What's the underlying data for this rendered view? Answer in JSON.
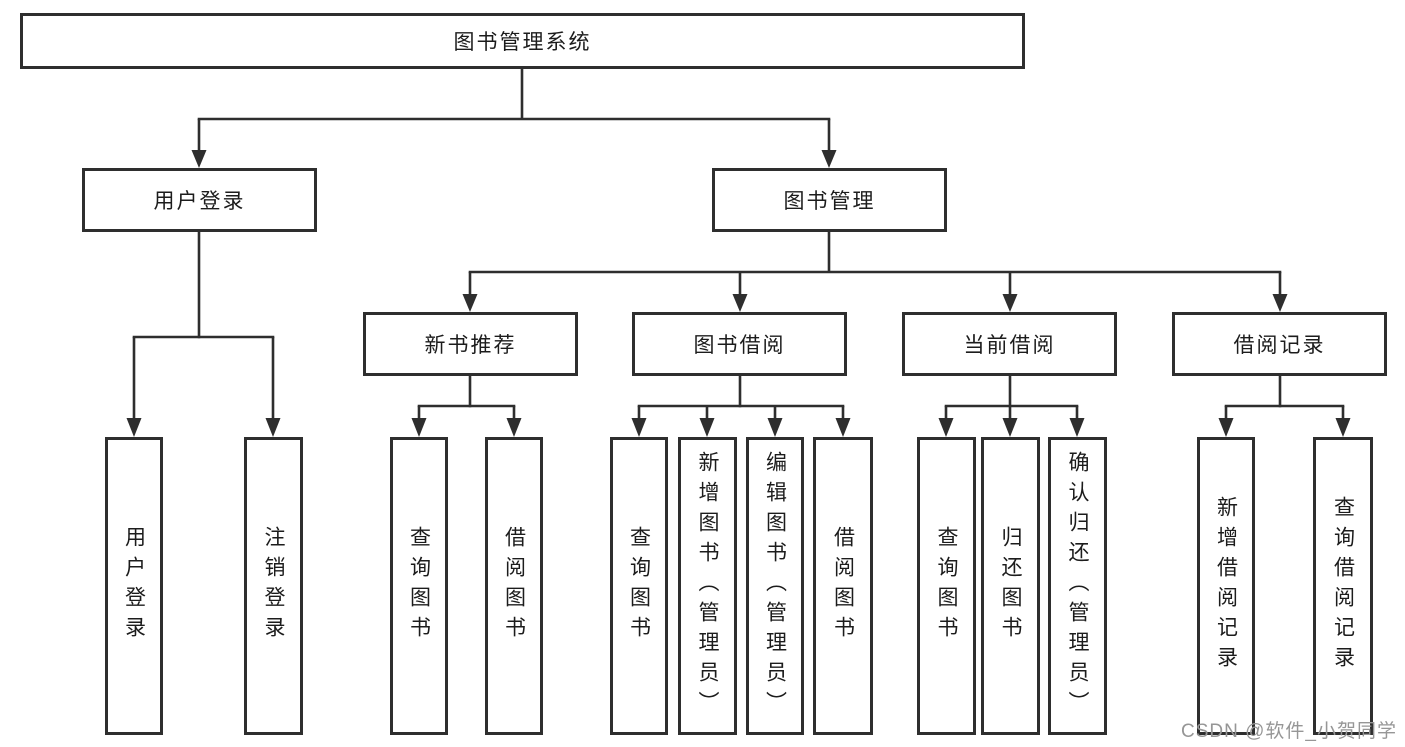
{
  "diagram": {
    "root": {
      "label": "图书管理系统",
      "children": [
        {
          "label": "用户登录",
          "children": [
            {
              "label": "用户登录"
            },
            {
              "label": "注销登录"
            }
          ]
        },
        {
          "label": "图书管理",
          "children": [
            {
              "label": "新书推荐",
              "children": [
                {
                  "label": "查询图书"
                },
                {
                  "label": "借阅图书"
                }
              ]
            },
            {
              "label": "图书借阅",
              "children": [
                {
                  "label": "查询图书"
                },
                {
                  "label": "新增图书（管理员）"
                },
                {
                  "label": "编辑图书（管理员）"
                },
                {
                  "label": "借阅图书"
                }
              ]
            },
            {
              "label": "当前借阅",
              "children": [
                {
                  "label": "查询图书"
                },
                {
                  "label": "归还图书"
                },
                {
                  "label": "确认归还（管理员）"
                }
              ]
            },
            {
              "label": "借阅记录",
              "children": [
                {
                  "label": "新增借阅记录"
                },
                {
                  "label": "查询借阅记录"
                }
              ]
            }
          ]
        }
      ]
    }
  },
  "watermark": {
    "text": "CSDN @软件_小贺同学"
  },
  "colors": {
    "line": "#2e2e2e",
    "text": "#1c1c1c",
    "watermark": "#969696",
    "background": "#ffffff"
  }
}
